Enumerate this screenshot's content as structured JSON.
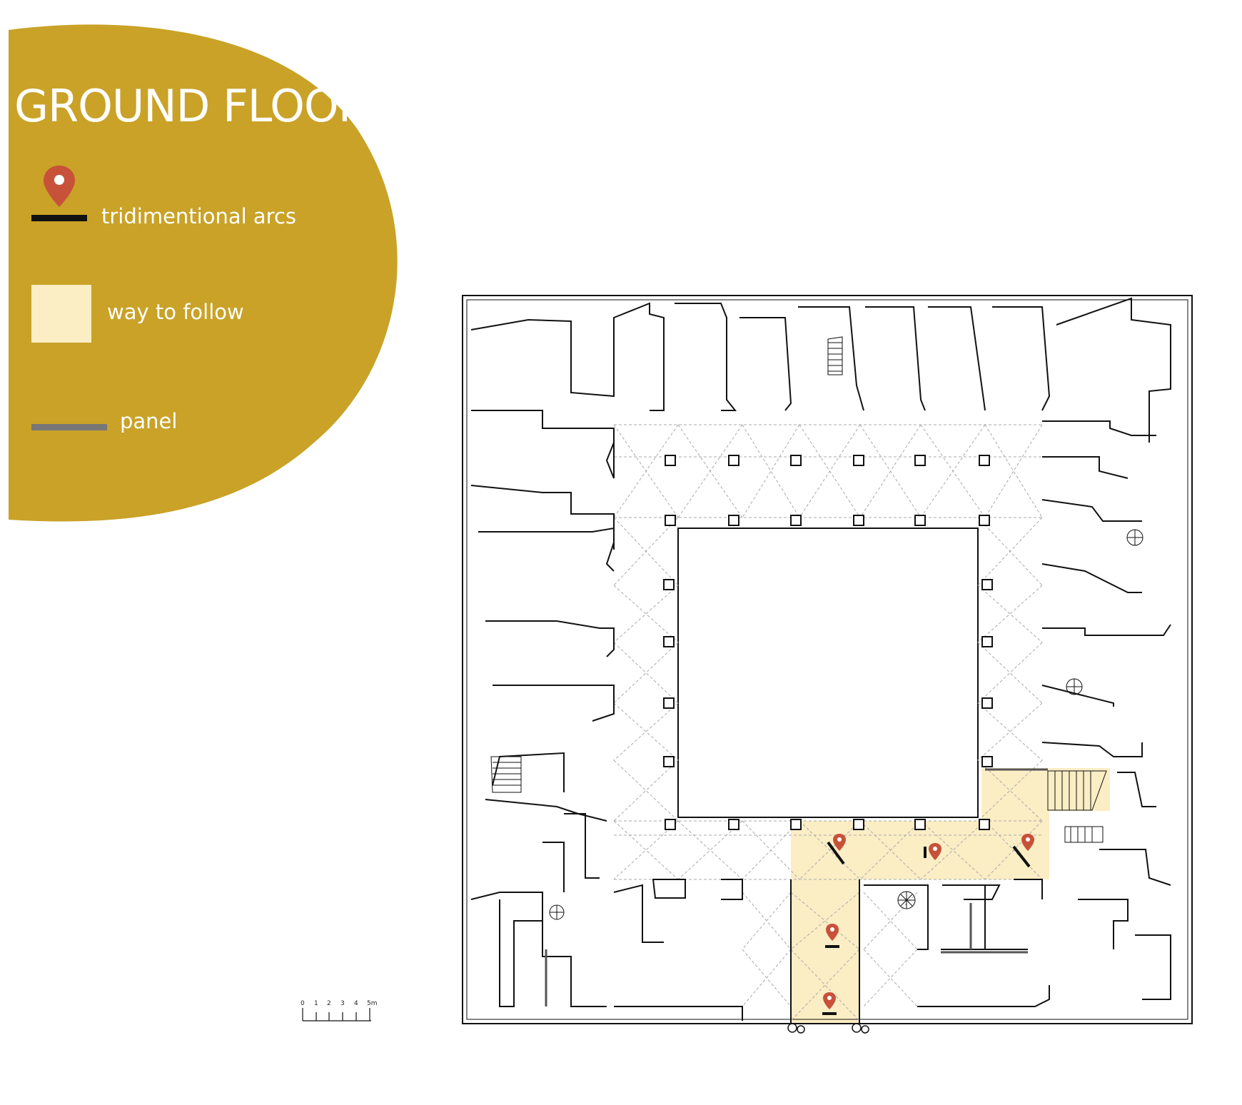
{
  "legend": {
    "title": "GROUND FLOOR",
    "items": [
      {
        "icon": "map-pin-icon",
        "label": "tridimentional arcs"
      },
      {
        "icon": "highlight-swatch",
        "label": "way to follow"
      },
      {
        "icon": "grey-line",
        "label": "panel"
      }
    ]
  },
  "scale_bar": {
    "ticks": [
      "0",
      "1",
      "2",
      "3",
      "4",
      "5m"
    ]
  },
  "colors": {
    "legend_background": "#c9a227",
    "pin": "#c8513a",
    "way_highlight": "#fbedc4",
    "panel_line": "#777777",
    "arc_line": "#111111",
    "walls": "#111111"
  }
}
